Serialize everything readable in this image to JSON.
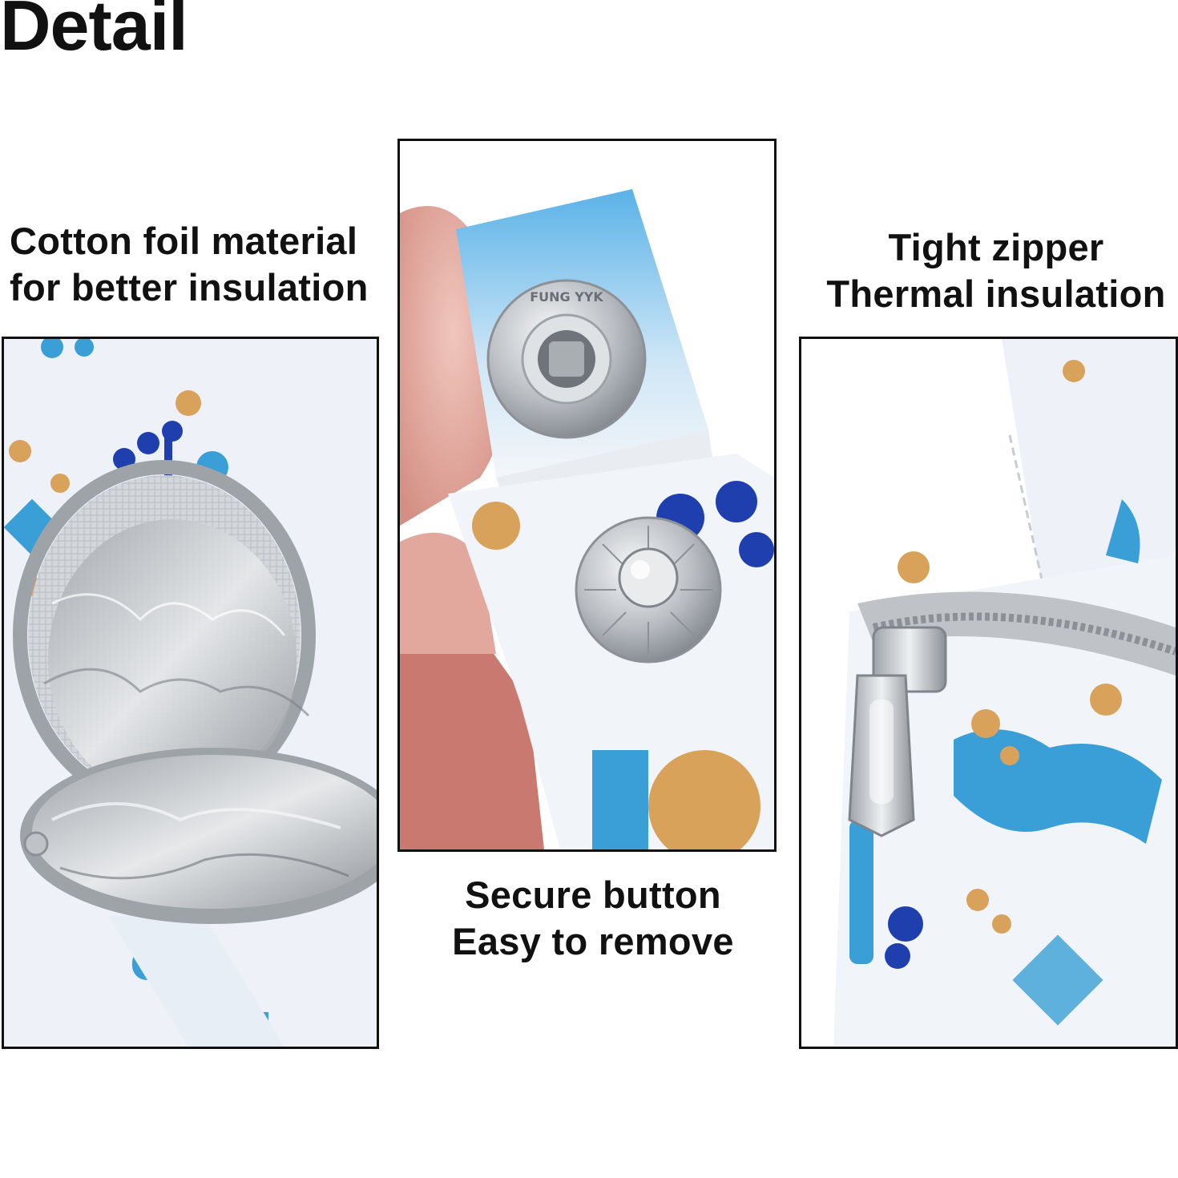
{
  "header": {
    "title": "Detail"
  },
  "features": [
    {
      "line1": "Cotton foil material",
      "line2": "for better insulation"
    },
    {
      "line1": "Secure button",
      "line2": "Easy to remove"
    },
    {
      "line1": "Tight zipper",
      "line2": "Thermal insulation"
    }
  ],
  "snap_letters": "FUNG YYK",
  "colors": {
    "fabric": "#eef2f8",
    "print_blue": "#3a9fd6",
    "print_navy": "#1f3fae",
    "print_tan": "#d9a25a",
    "foil": "#c9ccd0",
    "zipper": "#a9adb2",
    "frame": "#111111"
  }
}
